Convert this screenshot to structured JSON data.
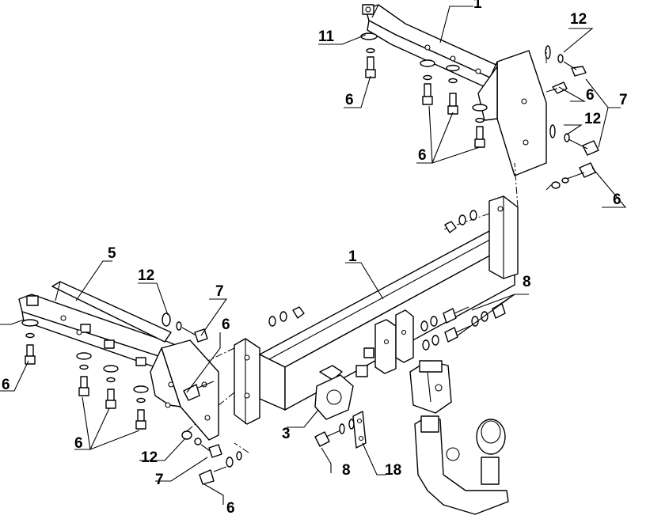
{
  "labels": {
    "l1_top": "1",
    "l1_main": "1",
    "l11": "11",
    "l12_top": "12",
    "l12_mid": "12",
    "l12_left": "12",
    "l12_bottom": "12",
    "l6_top_bolt": "6",
    "l6_top_right": "6",
    "l6_top_group": "6",
    "l6_right": "6",
    "l6_left_bolt": "6",
    "l6_left_group": "6",
    "l6_mid": "6",
    "l6_bottom": "6",
    "l7_top": "7",
    "l7_mid": "7",
    "l7_bottom": "7",
    "l5": "5",
    "l8_right": "8",
    "l8_bottom": "8",
    "l3": "3",
    "l18": "18"
  }
}
